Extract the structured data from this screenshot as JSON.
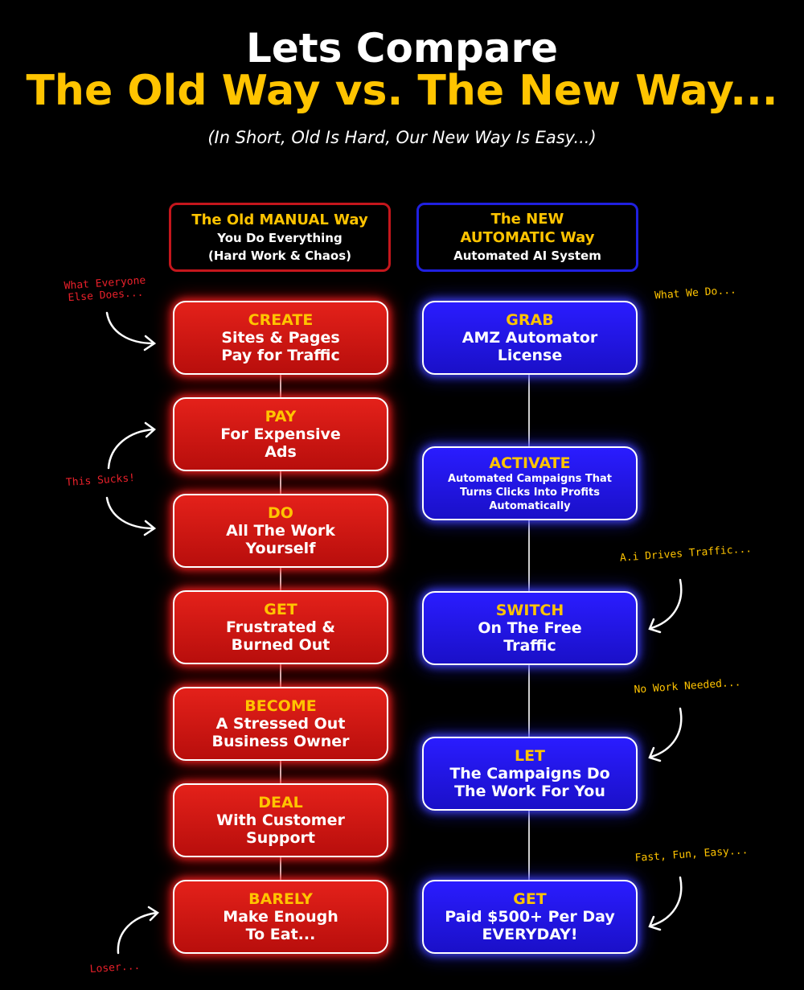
{
  "header": {
    "title_line1": "Lets Compare",
    "title_line2": "The Old Way vs. The New Way...",
    "subtitle": "(In Short, Old Is Hard, Our New Way Is Easy...)"
  },
  "columns": {
    "old": {
      "line1": "The Old MANUAL Way",
      "line2": "You Do Everything",
      "line3": "(Hard Work & Chaos)"
    },
    "new": {
      "line1": "The NEW",
      "line2": "AUTOMATIC Way",
      "line3": "Automated AI System"
    }
  },
  "old_steps": [
    {
      "heading": "CREATE",
      "line1": "Sites & Pages",
      "line2": "Pay for Traffic"
    },
    {
      "heading": "PAY",
      "line1": "For Expensive",
      "line2": "Ads"
    },
    {
      "heading": "DO",
      "line1": "All The Work",
      "line2": "Yourself"
    },
    {
      "heading": "GET",
      "line1": "Frustrated &",
      "line2": "Burned Out"
    },
    {
      "heading": "BECOME",
      "line1": "A Stressed Out",
      "line2": "Business Owner"
    },
    {
      "heading": "DEAL",
      "line1": "With Customer",
      "line2": "Support"
    },
    {
      "heading": "BARELY",
      "line1": "Make Enough",
      "line2": "To Eat..."
    }
  ],
  "new_steps": [
    {
      "heading": "GRAB",
      "line1": "AMZ Automator",
      "line2": "License"
    },
    {
      "heading": "ACTIVATE",
      "line1": "Automated Campaigns That",
      "line2": "Turns Clicks Into Profits",
      "line3": "Automatically"
    },
    {
      "heading": "SWITCH",
      "line1": "On The Free",
      "line2": "Traffic"
    },
    {
      "heading": "LET",
      "line1": "The Campaigns Do",
      "line2": "The Work For You"
    },
    {
      "heading": "GET",
      "line1": "Paid $500+ Per Day",
      "line2": "EVERYDAY!"
    }
  ],
  "annotations": {
    "everyone_line1": "What Everyone",
    "everyone_line2": "Else Does...",
    "sucks": "This Sucks!",
    "loser": "Loser...",
    "what_we_do": "What We Do...",
    "ai_drives": "A.i Drives Traffic...",
    "no_work": "No Work Needed...",
    "fast_fun": "Fast, Fun, Easy..."
  },
  "colors": {
    "accent_yellow": "#ffc400",
    "old_red": "#d4160f",
    "new_blue": "#2418f0"
  },
  "icons": {
    "arrow": "curved-arrow-icon"
  }
}
